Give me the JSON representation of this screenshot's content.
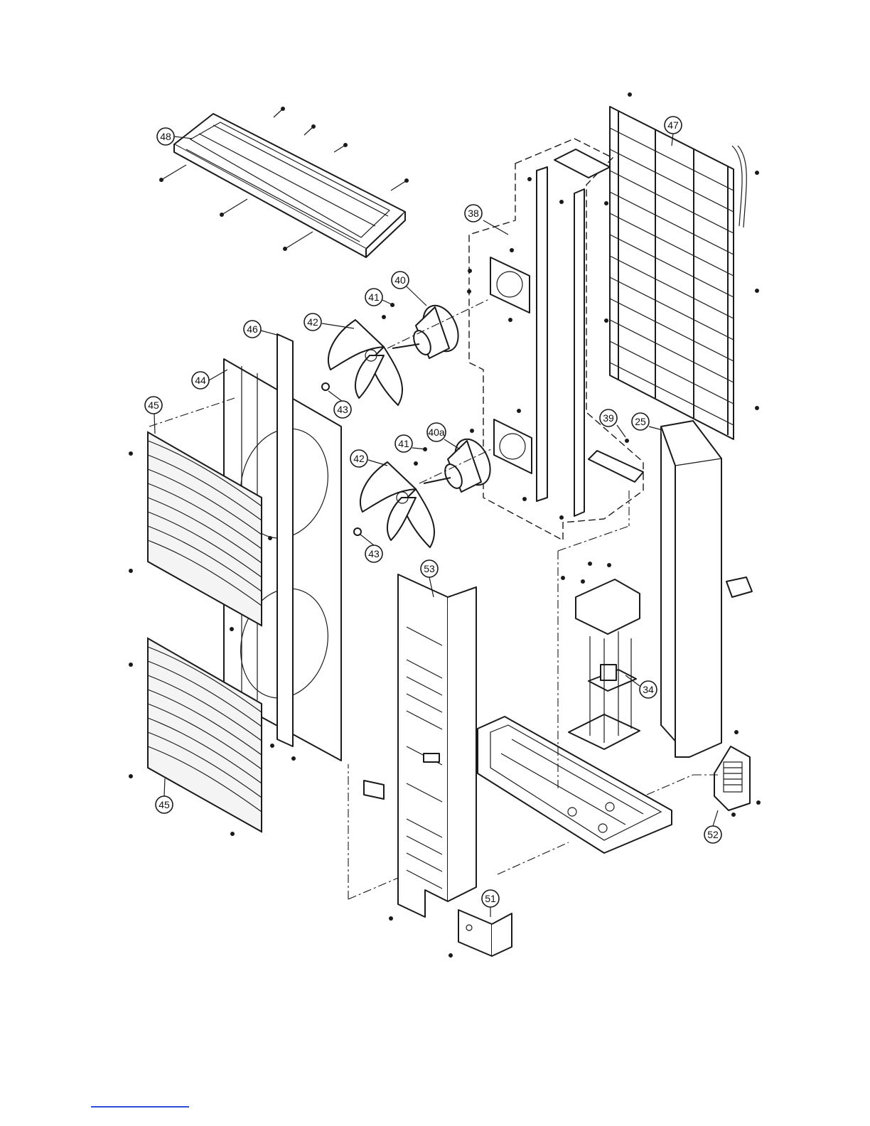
{
  "callouts": [
    {
      "id": "c48",
      "label": "48"
    },
    {
      "id": "c38",
      "label": "38"
    },
    {
      "id": "c40",
      "label": "40"
    },
    {
      "id": "c41a",
      "label": "41"
    },
    {
      "id": "c42a",
      "label": "42"
    },
    {
      "id": "c46",
      "label": "46"
    },
    {
      "id": "c44",
      "label": "44"
    },
    {
      "id": "c43a",
      "label": "43"
    },
    {
      "id": "c45a",
      "label": "45"
    },
    {
      "id": "c40a",
      "label": "40a"
    },
    {
      "id": "c41b",
      "label": "41"
    },
    {
      "id": "c42b",
      "label": "42"
    },
    {
      "id": "c43b",
      "label": "43"
    },
    {
      "id": "c47",
      "label": "47"
    },
    {
      "id": "c39",
      "label": "39"
    },
    {
      "id": "c25",
      "label": "25"
    },
    {
      "id": "c53",
      "label": "53"
    },
    {
      "id": "c34",
      "label": "34"
    },
    {
      "id": "c45b",
      "label": "45"
    },
    {
      "id": "c52",
      "label": "52"
    },
    {
      "id": "c51",
      "label": "51"
    }
  ]
}
